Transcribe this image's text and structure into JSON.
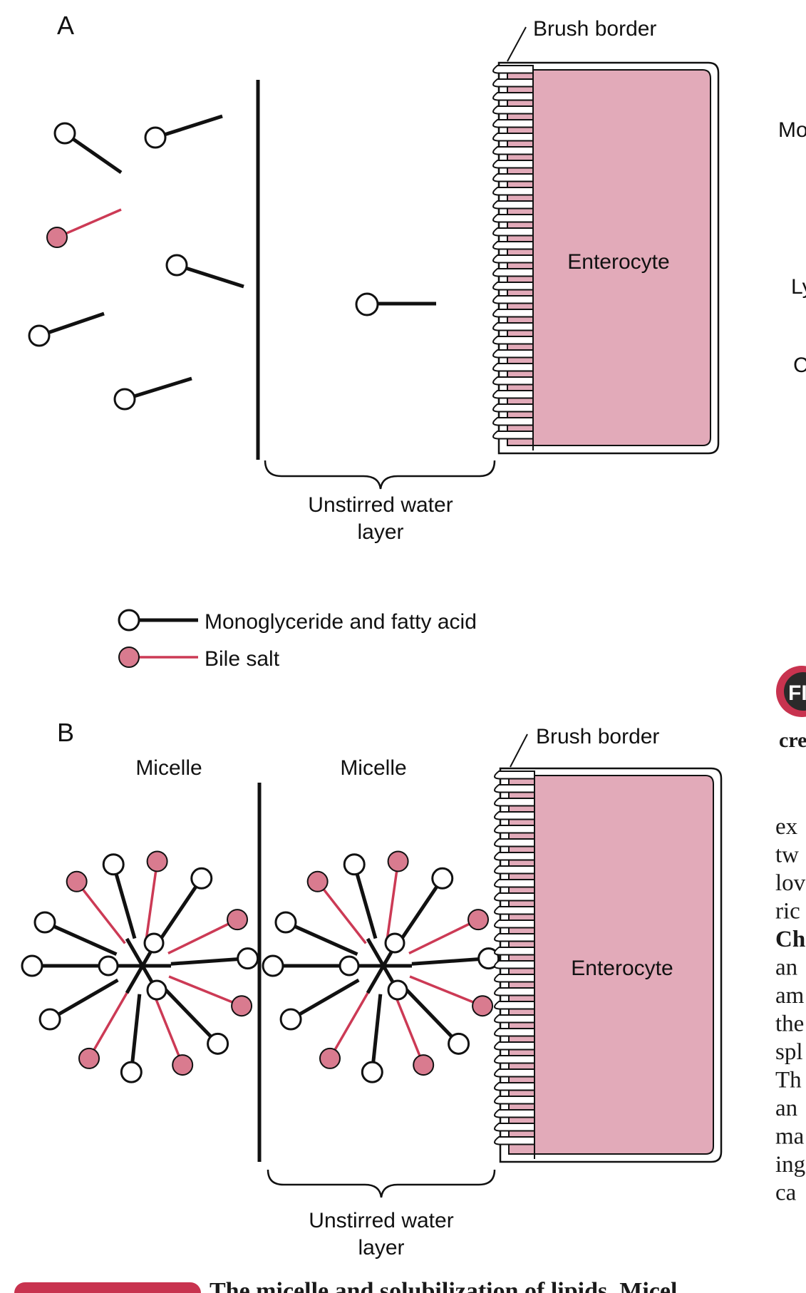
{
  "colors": {
    "pink": "#d97b8f",
    "enterocyte": "#e2aab9",
    "ink": "#111111",
    "bar": "#cc3a55",
    "badge": "#c8334f"
  },
  "panel_a": {
    "label": "A",
    "brush_border": "Brush border",
    "enterocyte": "Enterocyte",
    "unstirred_line1": "Unstirred water",
    "unstirred_line2": "layer"
  },
  "legend": {
    "monoglyceride": "Monoglyceride and fatty acid",
    "bile_salt": "Bile salt"
  },
  "panel_b": {
    "label": "B",
    "micelle_left": "Micelle",
    "micelle_right": "Micelle",
    "brush_border": "Brush border",
    "enterocyte": "Enterocyte",
    "unstirred_line1": "Unstirred water",
    "unstirred_line2": "layer"
  },
  "side_cutoff": {
    "labels": [
      "Mo",
      "Ly",
      "C"
    ],
    "badge": "FI",
    "heading_fragment": "cre",
    "text_fragments": [
      "ex",
      "tw",
      "lov",
      "ric",
      "Ch",
      "an",
      "am",
      "the",
      "spl",
      "Th",
      "an",
      "ma",
      "ing",
      "ca"
    ]
  },
  "caption_fragment": "The micelle and solubilization of lipids. Micel"
}
